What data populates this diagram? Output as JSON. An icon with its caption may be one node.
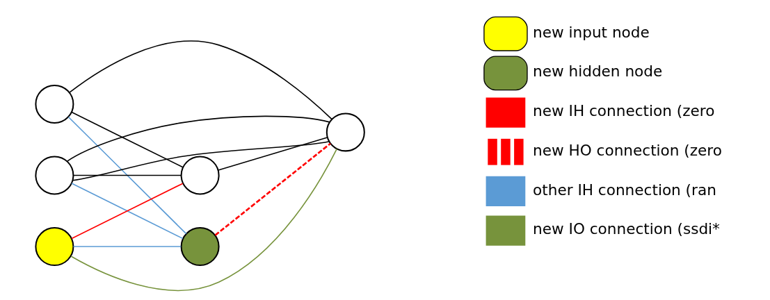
{
  "diagram": {
    "nodes": [
      {
        "text": [],
        "shape": "circle"
      },
      {
        "text": [],
        "shape": "circle"
      },
      {
        "text": [],
        "shape": "circle"
      },
      {
        "text": [],
        "shape": "circle"
      },
      {
        "text": [],
        "shape": "circle"
      },
      {
        "text": [],
        "shape": "circle"
      }
    ],
    "edges": [
      {
        "from": 0,
        "to": 5,
        "arrow": "none"
      },
      {
        "from": 0,
        "to": 3,
        "arrow": "none"
      },
      {
        "from": 0,
        "to": 4,
        "arrow": "none",
        "color": "#5b9bd5"
      },
      {
        "from": 1,
        "to": 3,
        "arrow": "none"
      },
      {
        "from": 1,
        "to": 5,
        "arrow": "none"
      },
      {
        "from": 1,
        "to": 4,
        "arrow": "none",
        "color": "#5b9bd5"
      },
      {
        "from": 1,
        "to": 5,
        "arrow": "none"
      },
      {
        "from": 2,
        "to": 3,
        "arrow": "none",
        "color": "#ff0000"
      },
      {
        "from": 2,
        "to": 4,
        "arrow": "none",
        "color": "#5b9bd5"
      },
      {
        "from": 2,
        "to": 5,
        "arrow": "none",
        "color": "#77933c"
      },
      {
        "from": 3,
        "to": 5,
        "arrow": "none"
      },
      {
        "from": 4,
        "to": 5,
        "arrow": "none",
        "style": "dashed",
        "color": "#ff0000"
      }
    ],
    "legend": [
      {
        "text": "new input node",
        "color": "#ffff00"
      },
      {
        "text": "new hidden node",
        "color": "#77933c"
      },
      {
        "text": "new IH connection (zero",
        "color": "#ff0000"
      },
      {
        "text": "new HO connection (zero",
        "color": "#ff0000"
      },
      {
        "text": "other IH connection (ran",
        "color": "#5b9bd5"
      },
      {
        "text": "new IO connection (ssdi*",
        "color": "#77933c"
      }
    ]
  }
}
